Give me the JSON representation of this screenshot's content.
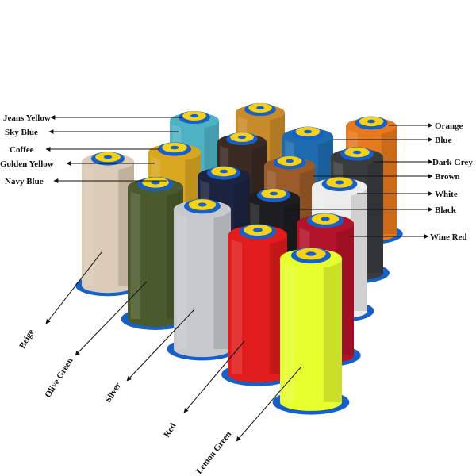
{
  "labels": {
    "jeans_yellow": "Jeans Yellow",
    "sky_blue": "Sky Blue",
    "coffee": "Coffee",
    "golden_yellow": "Golden Yellow",
    "navy_blue": "Navy Blue",
    "orange": "Orange",
    "blue": "Blue",
    "dark_grey": "Dark Grey",
    "brown": "Brown",
    "white": "White",
    "black": "Black",
    "wine_red": "Wine Red",
    "beige": "Beige",
    "olive_green": "Olive Green",
    "silver": "Silver",
    "red": "Red",
    "lemon_green": "Lemon Green"
  },
  "colors": {
    "jeans_yellow": "#c98a2a",
    "sky_blue": "#4fb2c4",
    "coffee": "#3a2a22",
    "golden_yellow": "#d9a71f",
    "navy_blue": "#1c2340",
    "orange": "#e8791c",
    "blue": "#1e6bb0",
    "dark_grey": "#3a3b3d",
    "brown": "#9a5a2a",
    "white": "#ededed",
    "black": "#1d1d22",
    "wine_red": "#b3132a",
    "beige": "#dccbb6",
    "olive_green": "#4a5a2c",
    "silver": "#c8c9cd",
    "red": "#e01c1c",
    "lemon_green": "#e6ff2e",
    "spool_base": "#1660c8",
    "cap": "#f4d21b"
  }
}
